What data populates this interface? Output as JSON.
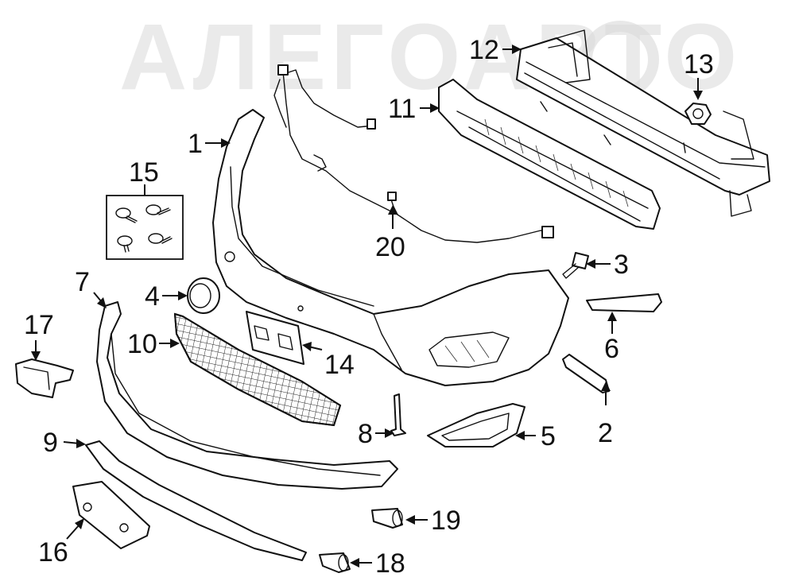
{
  "watermark": {
    "text": "АЛЕГОАВТО"
  },
  "callouts": {
    "c1": "1",
    "c2": "2",
    "c3": "3",
    "c4": "4",
    "c5": "5",
    "c6": "6",
    "c7": "7",
    "c8": "8",
    "c9": "9",
    "c10": "10",
    "c11": "11",
    "c12": "12",
    "c13": "13",
    "c14": "14",
    "c15": "15",
    "c16": "16",
    "c17": "17",
    "c18": "18",
    "c19": "19",
    "c20": "20"
  }
}
